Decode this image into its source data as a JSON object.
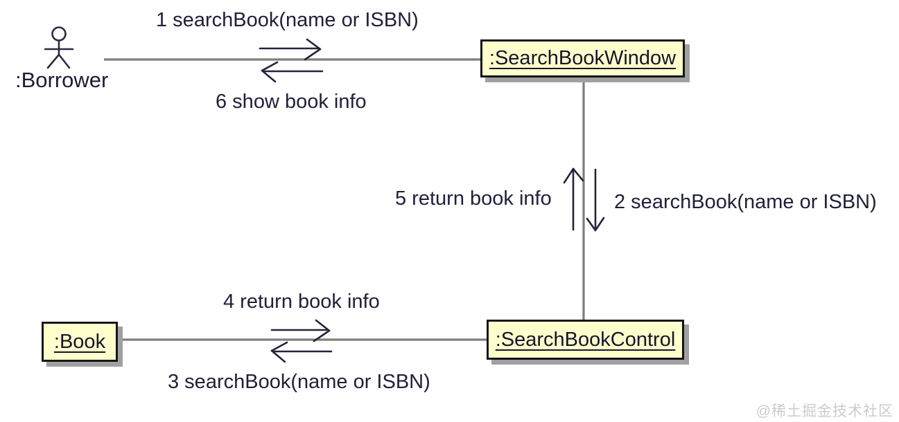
{
  "colors": {
    "object_fill": "#ffffcc",
    "object_border": "#141414",
    "object_shadow": "#a0a0a0",
    "link_line": "#7d7d7d",
    "message_ink": "#23233b",
    "watermark": "#cbcbcb"
  },
  "diagram": {
    "type": "uml-communication-diagram",
    "actor": {
      "icon": "actor-stick-figure-icon",
      "label": ":Borrower"
    },
    "objects": {
      "search_book_window": {
        "label": ":SearchBookWindow"
      },
      "search_book_control": {
        "label": ":SearchBookControl"
      },
      "book": {
        "label": ":Book"
      }
    },
    "messages": {
      "m1": {
        "label": "1 searchBook(name or ISBN)",
        "direction": "right",
        "from": ":Borrower",
        "to": ":SearchBookWindow"
      },
      "m2": {
        "label": "2 searchBook(name or ISBN)",
        "direction": "down",
        "from": ":SearchBookWindow",
        "to": ":SearchBookControl"
      },
      "m3": {
        "label": "3 searchBook(name or ISBN)",
        "direction": "left",
        "from": ":SearchBookControl",
        "to": ":Book"
      },
      "m4": {
        "label": "4 return book info",
        "direction": "right",
        "from": ":Book",
        "to": ":SearchBookControl"
      },
      "m5": {
        "label": "5 return book info",
        "direction": "up",
        "from": ":SearchBookControl",
        "to": ":SearchBookWindow"
      },
      "m6": {
        "label": "6 show book info",
        "direction": "left",
        "from": ":SearchBookWindow",
        "to": ":Borrower"
      }
    }
  },
  "watermark": {
    "label": "@稀土掘金技术社区"
  }
}
